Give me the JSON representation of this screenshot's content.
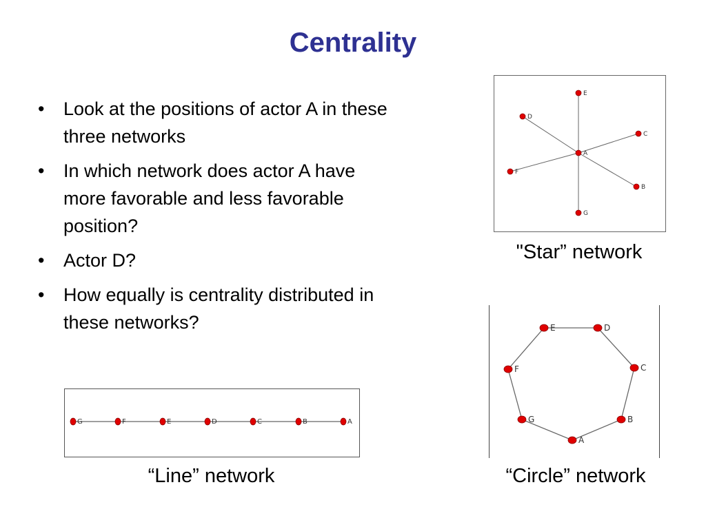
{
  "slide": {
    "title": "Centrality",
    "title_color": "#2e3192",
    "bullets": [
      "Look at the positions of actor A in these three networks",
      "In which network does actor A have more favorable and less favorable position?",
      "Actor D?",
      "How equally is centrality distributed in these networks?"
    ],
    "bullet_symbol": "•"
  },
  "networks": {
    "node_color": "#e00000",
    "edge_color": "#666666",
    "star": {
      "caption": "\"Star” network",
      "center": "A",
      "nodes": [
        "A",
        "B",
        "C",
        "D",
        "E",
        "F",
        "G"
      ],
      "edges": [
        [
          "A",
          "B"
        ],
        [
          "A",
          "C"
        ],
        [
          "A",
          "D"
        ],
        [
          "A",
          "E"
        ],
        [
          "A",
          "F"
        ],
        [
          "A",
          "G"
        ]
      ]
    },
    "circle": {
      "caption": "“Circle” network",
      "nodes": [
        "A",
        "B",
        "C",
        "D",
        "E",
        "F",
        "G"
      ],
      "edges": [
        [
          "A",
          "B"
        ],
        [
          "B",
          "C"
        ],
        [
          "C",
          "D"
        ],
        [
          "D",
          "E"
        ],
        [
          "E",
          "F"
        ],
        [
          "F",
          "G"
        ],
        [
          "G",
          "A"
        ]
      ]
    },
    "line": {
      "caption": "“Line” network",
      "nodes": [
        "G",
        "F",
        "E",
        "D",
        "C",
        "B",
        "A"
      ],
      "edges": [
        [
          "G",
          "F"
        ],
        [
          "F",
          "E"
        ],
        [
          "E",
          "D"
        ],
        [
          "D",
          "C"
        ],
        [
          "C",
          "B"
        ],
        [
          "B",
          "A"
        ]
      ]
    }
  }
}
